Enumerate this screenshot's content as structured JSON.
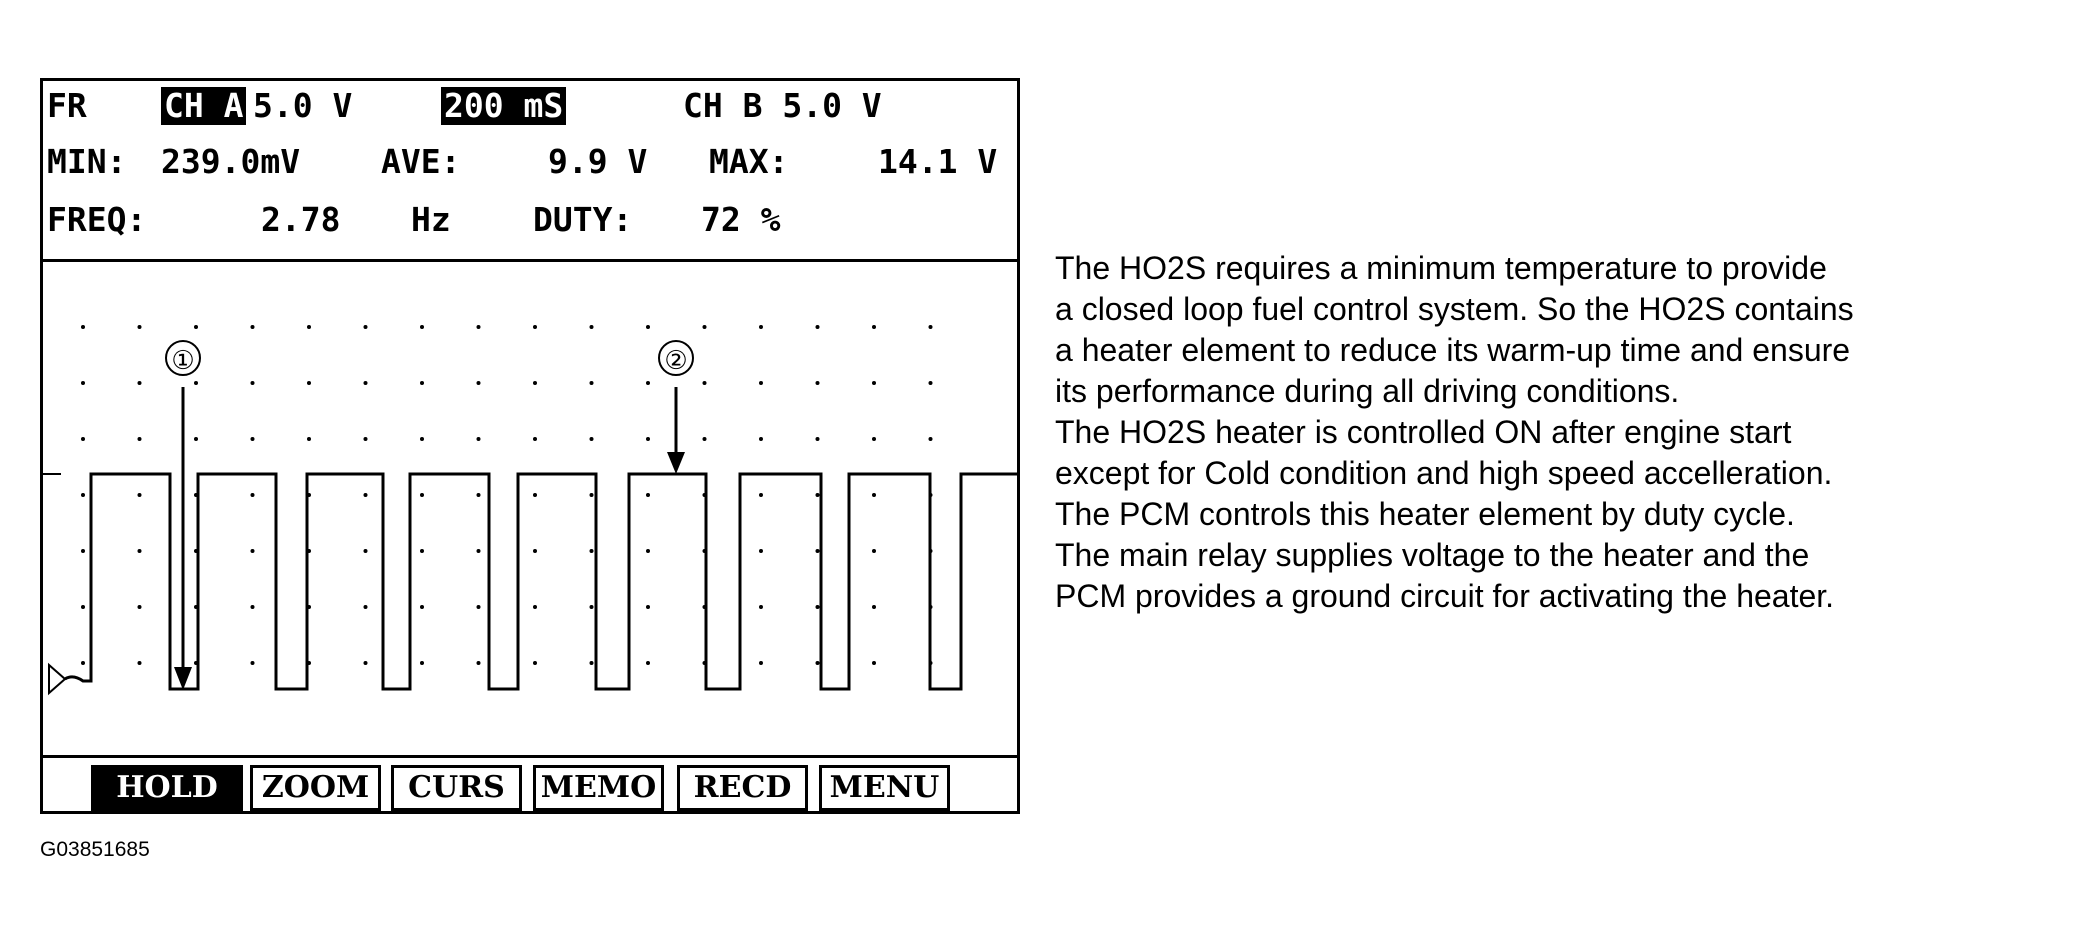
{
  "scope": {
    "header": {
      "mode": "FR",
      "channel_a": "CH A",
      "channel_a_scale": "5.0 V",
      "timebase": "200 mS",
      "channel_b": "CH B 5.0 V"
    },
    "stats": {
      "min_label": "MIN:",
      "min_value": "239.0mV",
      "ave_label": "AVE:",
      "ave_value": "9.9 V",
      "max_label": "MAX:",
      "max_value": "14.1 V"
    },
    "freq": {
      "freq_label": "FREQ:",
      "freq_value": "2.78",
      "freq_unit": "Hz",
      "duty_label": "DUTY:",
      "duty_value": "72 %"
    },
    "markers": [
      "①",
      "②"
    ],
    "softkeys": [
      "HOLD",
      "ZOOM",
      "CURS",
      "MEMO",
      "RECD",
      "MENU"
    ],
    "active_softkey": "HOLD"
  },
  "figure_id": "G03851685",
  "description": [
    "The HO2S requires a minimum temperature to provide",
    "a closed loop fuel control system. So the HO2S contains",
    "a heater element to reduce its warm-up time and ensure",
    "its performance during all driving conditions.",
    "The HO2S heater is controlled ON after engine start",
    "except for Cold condition and high speed accelleration.",
    "The PCM controls this heater element by duty cycle.",
    "The main relay supplies voltage to the heater and the",
    "PCM provides a ground circuit for activating the heater."
  ],
  "colors": {
    "ink": "#000000",
    "paper": "#ffffff"
  }
}
